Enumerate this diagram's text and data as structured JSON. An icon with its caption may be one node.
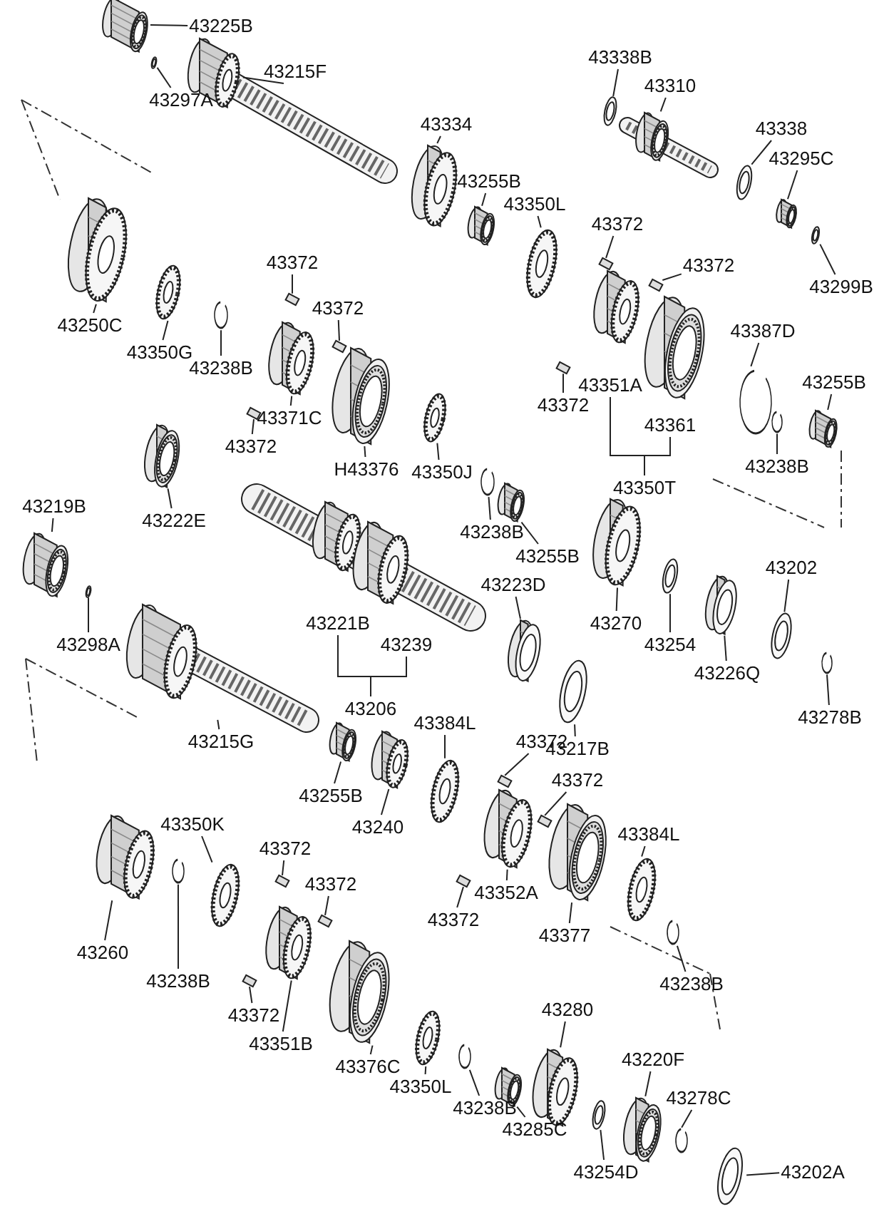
{
  "diagram": {
    "nodes": [
      {
        "text": [
          "43225B"
        ]
      },
      {
        "text": [
          "43297A"
        ]
      },
      {
        "text": [
          "43215F"
        ]
      },
      {
        "text": [
          "43334"
        ]
      },
      {
        "text": [
          "43338B"
        ]
      },
      {
        "text": [
          "43310"
        ]
      },
      {
        "text": [
          "43338"
        ]
      },
      {
        "text": [
          "43295C"
        ]
      },
      {
        "text": [
          "43299B"
        ]
      },
      {
        "text": [
          "43255B"
        ]
      },
      {
        "text": [
          "43350L"
        ]
      },
      {
        "text": [
          "43372"
        ]
      },
      {
        "text": [
          "43372"
        ]
      },
      {
        "text": [
          "43250C"
        ]
      },
      {
        "text": [
          "43350G"
        ]
      },
      {
        "text": [
          "43238B"
        ]
      },
      {
        "text": [
          "43372"
        ]
      },
      {
        "text": [
          "43372"
        ]
      },
      {
        "text": [
          "43371C"
        ]
      },
      {
        "text": [
          "43372"
        ]
      },
      {
        "text": [
          "H43376"
        ]
      },
      {
        "text": [
          "43350J"
        ]
      },
      {
        "text": [
          "43387D"
        ]
      },
      {
        "text": [
          "43255B"
        ]
      },
      {
        "text": [
          "43238B"
        ]
      },
      {
        "text": [
          "43351A"
        ]
      },
      {
        "text": [
          "43372"
        ]
      },
      {
        "text": [
          "43361"
        ]
      },
      {
        "text": [
          "43350T"
        ]
      },
      {
        "text": [
          "43219B"
        ]
      },
      {
        "text": [
          "43222E"
        ]
      },
      {
        "text": [
          "43238B"
        ]
      },
      {
        "text": [
          "43255B"
        ]
      },
      {
        "text": [
          "43221B"
        ]
      },
      {
        "text": [
          "43239"
        ]
      },
      {
        "text": [
          "43206"
        ]
      },
      {
        "text": [
          "43223D"
        ]
      },
      {
        "text": [
          "43270"
        ]
      },
      {
        "text": [
          "43254"
        ]
      },
      {
        "text": [
          "43202"
        ]
      },
      {
        "text": [
          "43226Q"
        ]
      },
      {
        "text": [
          "43278B"
        ]
      },
      {
        "text": [
          "43298A"
        ]
      },
      {
        "text": [
          "43215G"
        ]
      },
      {
        "text": [
          "43217B"
        ]
      },
      {
        "text": [
          "43255B"
        ]
      },
      {
        "text": [
          "43240"
        ]
      },
      {
        "text": [
          "43384L"
        ]
      },
      {
        "text": [
          "43372"
        ]
      },
      {
        "text": [
          "43372"
        ]
      },
      {
        "text": [
          "43352A"
        ]
      },
      {
        "text": [
          "43372"
        ]
      },
      {
        "text": [
          "43377"
        ]
      },
      {
        "text": [
          "43384L"
        ]
      },
      {
        "text": [
          "43238B"
        ]
      },
      {
        "text": [
          "43350K"
        ]
      },
      {
        "text": [
          "43372"
        ]
      },
      {
        "text": [
          "43372"
        ]
      },
      {
        "text": [
          "43260"
        ]
      },
      {
        "text": [
          "43238B"
        ]
      },
      {
        "text": [
          "43372"
        ]
      },
      {
        "text": [
          "43351B"
        ]
      },
      {
        "text": [
          "43376C"
        ]
      },
      {
        "text": [
          "43350L"
        ]
      },
      {
        "text": [
          "43238B"
        ]
      },
      {
        "text": [
          "43280"
        ]
      },
      {
        "text": [
          "43285C"
        ]
      },
      {
        "text": [
          "43220F"
        ]
      },
      {
        "text": [
          "43278C"
        ]
      },
      {
        "text": [
          "43254D"
        ]
      },
      {
        "text": [
          "43202A"
        ]
      },
      {
        "text": [],
        "shape": "picture"
      },
      {
        "text": [],
        "shape": "picture"
      },
      {
        "text": [],
        "shape": "picture"
      },
      {
        "text": [],
        "shape": "picture"
      },
      {
        "text": [],
        "shape": "picture"
      },
      {
        "text": [],
        "shape": "picture"
      },
      {
        "text": [],
        "shape": "picture"
      },
      {
        "text": [],
        "shape": "picture"
      },
      {
        "text": [],
        "shape": "picture"
      },
      {
        "text": [],
        "shape": "picture"
      },
      {
        "text": [],
        "shape": "picture"
      },
      {
        "text": [],
        "shape": "box"
      },
      {
        "text": [],
        "shape": "box"
      },
      {
        "text": [],
        "shape": "picture"
      },
      {
        "text": [],
        "shape": "picture"
      },
      {
        "text": [],
        "shape": "picture"
      },
      {
        "text": [],
        "shape": "box"
      },
      {
        "text": [],
        "shape": "box"
      },
      {
        "text": [],
        "shape": "picture"
      },
      {
        "text": [],
        "shape": "box"
      },
      {
        "text": [],
        "shape": "picture"
      },
      {
        "text": [],
        "shape": "picture"
      },
      {
        "text": [],
        "shape": "picture"
      },
      {
        "text": [],
        "shape": "picture"
      },
      {
        "text": [],
        "shape": "picture"
      },
      {
        "text": [],
        "shape": "box"
      },
      {
        "text": [],
        "shape": "picture"
      },
      {
        "text": [],
        "shape": "picture"
      },
      {
        "text": [],
        "shape": "picture"
      },
      {
        "text": [],
        "shape": "picture"
      },
      {
        "text": [],
        "shape": "picture"
      },
      {
        "text": [],
        "shape": "picture"
      },
      {
        "text": [],
        "shape": "picture"
      },
      {
        "text": [],
        "shape": "picture"
      },
      {
        "text": [],
        "shape": "picture"
      },
      {
        "text": [],
        "shape": "picture"
      },
      {
        "text": [],
        "shape": "picture"
      },
      {
        "text": [],
        "shape": "picture"
      },
      {
        "text": [],
        "shape": "picture"
      },
      {
        "text": [],
        "shape": "picture"
      },
      {
        "text": [],
        "shape": "picture"
      },
      {
        "text": [],
        "shape": "picture"
      },
      {
        "text": [],
        "shape": "box"
      },
      {
        "text": [],
        "shape": "box"
      },
      {
        "text": [],
        "shape": "picture"
      },
      {
        "text": [],
        "shape": "box"
      },
      {
        "text": [],
        "shape": "picture"
      },
      {
        "text": [],
        "shape": "picture"
      },
      {
        "text": [],
        "shape": "picture"
      },
      {
        "text": [],
        "shape": "picture"
      },
      {
        "text": [],
        "shape": "box"
      },
      {
        "text": [],
        "shape": "box"
      },
      {
        "text": [],
        "shape": "picture"
      },
      {
        "text": [],
        "shape": "picture"
      },
      {
        "text": [],
        "shape": "box"
      },
      {
        "text": [],
        "shape": "picture"
      },
      {
        "text": [],
        "shape": "picture"
      },
      {
        "text": [],
        "shape": "picture"
      },
      {
        "text": [],
        "shape": "picture"
      },
      {
        "text": [],
        "shape": "picture"
      },
      {
        "text": [],
        "shape": "picture"
      },
      {
        "text": [],
        "shape": "picture"
      },
      {
        "text": [],
        "shape": "picture"
      },
      {
        "text": [],
        "shape": "picture"
      },
      {
        "text": [],
        "shape": "picture"
      },
      {
        "text": [],
        "shape": "picture"
      },
      {
        "text": [],
        "shape": "picture"
      }
    ],
    "edges": [
      {
        "from": 0,
        "to": 71,
        "arrow": "none"
      },
      {
        "from": 1,
        "to": 72,
        "arrow": "none"
      },
      {
        "from": 2,
        "to": 73,
        "arrow": "none"
      },
      {
        "from": 3,
        "to": 74,
        "arrow": "none"
      },
      {
        "from": 4,
        "to": 75,
        "arrow": "none"
      },
      {
        "from": 5,
        "to": 76,
        "arrow": "none"
      },
      {
        "from": 6,
        "to": 77,
        "arrow": "none"
      },
      {
        "from": 7,
        "to": 78,
        "arrow": "none"
      },
      {
        "from": 8,
        "to": 79,
        "arrow": "none"
      },
      {
        "from": 9,
        "to": 80,
        "arrow": "none"
      },
      {
        "from": 10,
        "to": 81,
        "arrow": "none"
      },
      {
        "from": 11,
        "to": 82,
        "arrow": "none"
      },
      {
        "from": 12,
        "to": 83,
        "arrow": "none"
      },
      {
        "from": 13,
        "to": 84,
        "arrow": "none"
      },
      {
        "from": 14,
        "to": 85,
        "arrow": "none"
      },
      {
        "from": 15,
        "to": 86,
        "arrow": "none"
      },
      {
        "from": 16,
        "to": 87,
        "arrow": "none"
      },
      {
        "from": 17,
        "to": 88,
        "arrow": "none"
      },
      {
        "from": 18,
        "to": 89,
        "arrow": "none"
      },
      {
        "from": 19,
        "to": 90,
        "arrow": "none"
      },
      {
        "from": 20,
        "to": 91,
        "arrow": "none"
      },
      {
        "from": 21,
        "to": 92,
        "arrow": "none"
      },
      {
        "from": 22,
        "to": 93,
        "arrow": "none"
      },
      {
        "from": 23,
        "to": 94,
        "arrow": "none"
      },
      {
        "from": 24,
        "to": 95,
        "arrow": "none"
      },
      {
        "from": 26,
        "to": 96,
        "arrow": "none"
      },
      {
        "from": 29,
        "to": 97,
        "arrow": "none"
      },
      {
        "from": 30,
        "to": 98,
        "arrow": "none"
      },
      {
        "from": 31,
        "to": 99,
        "arrow": "none"
      },
      {
        "from": 32,
        "to": 100,
        "arrow": "none"
      },
      {
        "from": 36,
        "to": 101,
        "arrow": "none"
      },
      {
        "from": 37,
        "to": 102,
        "arrow": "none"
      },
      {
        "from": 38,
        "to": 103,
        "arrow": "none"
      },
      {
        "from": 39,
        "to": 104,
        "arrow": "none"
      },
      {
        "from": 40,
        "to": 105,
        "arrow": "none"
      },
      {
        "from": 41,
        "to": 106,
        "arrow": "none"
      },
      {
        "from": 42,
        "to": 107,
        "arrow": "none"
      },
      {
        "from": 43,
        "to": 108,
        "arrow": "none"
      },
      {
        "from": 44,
        "to": 109,
        "arrow": "none"
      },
      {
        "from": 45,
        "to": 110,
        "arrow": "none"
      },
      {
        "from": 46,
        "to": 111,
        "arrow": "none"
      },
      {
        "from": 47,
        "to": 112,
        "arrow": "none"
      },
      {
        "from": 48,
        "to": 113,
        "arrow": "none"
      },
      {
        "from": 49,
        "to": 114,
        "arrow": "none"
      },
      {
        "from": 50,
        "to": 115,
        "arrow": "none"
      },
      {
        "from": 51,
        "to": 116,
        "arrow": "none"
      },
      {
        "from": 52,
        "to": 117,
        "arrow": "none"
      },
      {
        "from": 53,
        "to": 118,
        "arrow": "none"
      },
      {
        "from": 54,
        "to": 119,
        "arrow": "none"
      },
      {
        "from": 55,
        "to": 120,
        "arrow": "none"
      },
      {
        "from": 56,
        "to": 121,
        "arrow": "none"
      },
      {
        "from": 57,
        "to": 122,
        "arrow": "none"
      },
      {
        "from": 58,
        "to": 123,
        "arrow": "none"
      },
      {
        "from": 59,
        "to": 124,
        "arrow": "none"
      },
      {
        "from": 60,
        "to": 125,
        "arrow": "none"
      },
      {
        "from": 61,
        "to": 126,
        "arrow": "none"
      },
      {
        "from": 62,
        "to": 127,
        "arrow": "none"
      },
      {
        "from": 63,
        "to": 128,
        "arrow": "none"
      },
      {
        "from": 64,
        "to": 129,
        "arrow": "none"
      },
      {
        "from": 65,
        "to": 130,
        "arrow": "none"
      },
      {
        "from": 66,
        "to": 131,
        "arrow": "none"
      },
      {
        "from": 67,
        "to": 132,
        "arrow": "none"
      },
      {
        "from": 68,
        "to": 133,
        "arrow": "none"
      },
      {
        "from": 69,
        "to": 134,
        "arrow": "none"
      },
      {
        "from": 70,
        "to": 135,
        "arrow": "none"
      },
      {
        "from": 25,
        "to": 28,
        "arrow": "none"
      },
      {
        "from": 27,
        "to": 28,
        "arrow": "none"
      },
      {
        "from": 33,
        "to": 35,
        "arrow": "none"
      },
      {
        "from": 34,
        "to": 35,
        "arrow": "none"
      }
    ]
  }
}
